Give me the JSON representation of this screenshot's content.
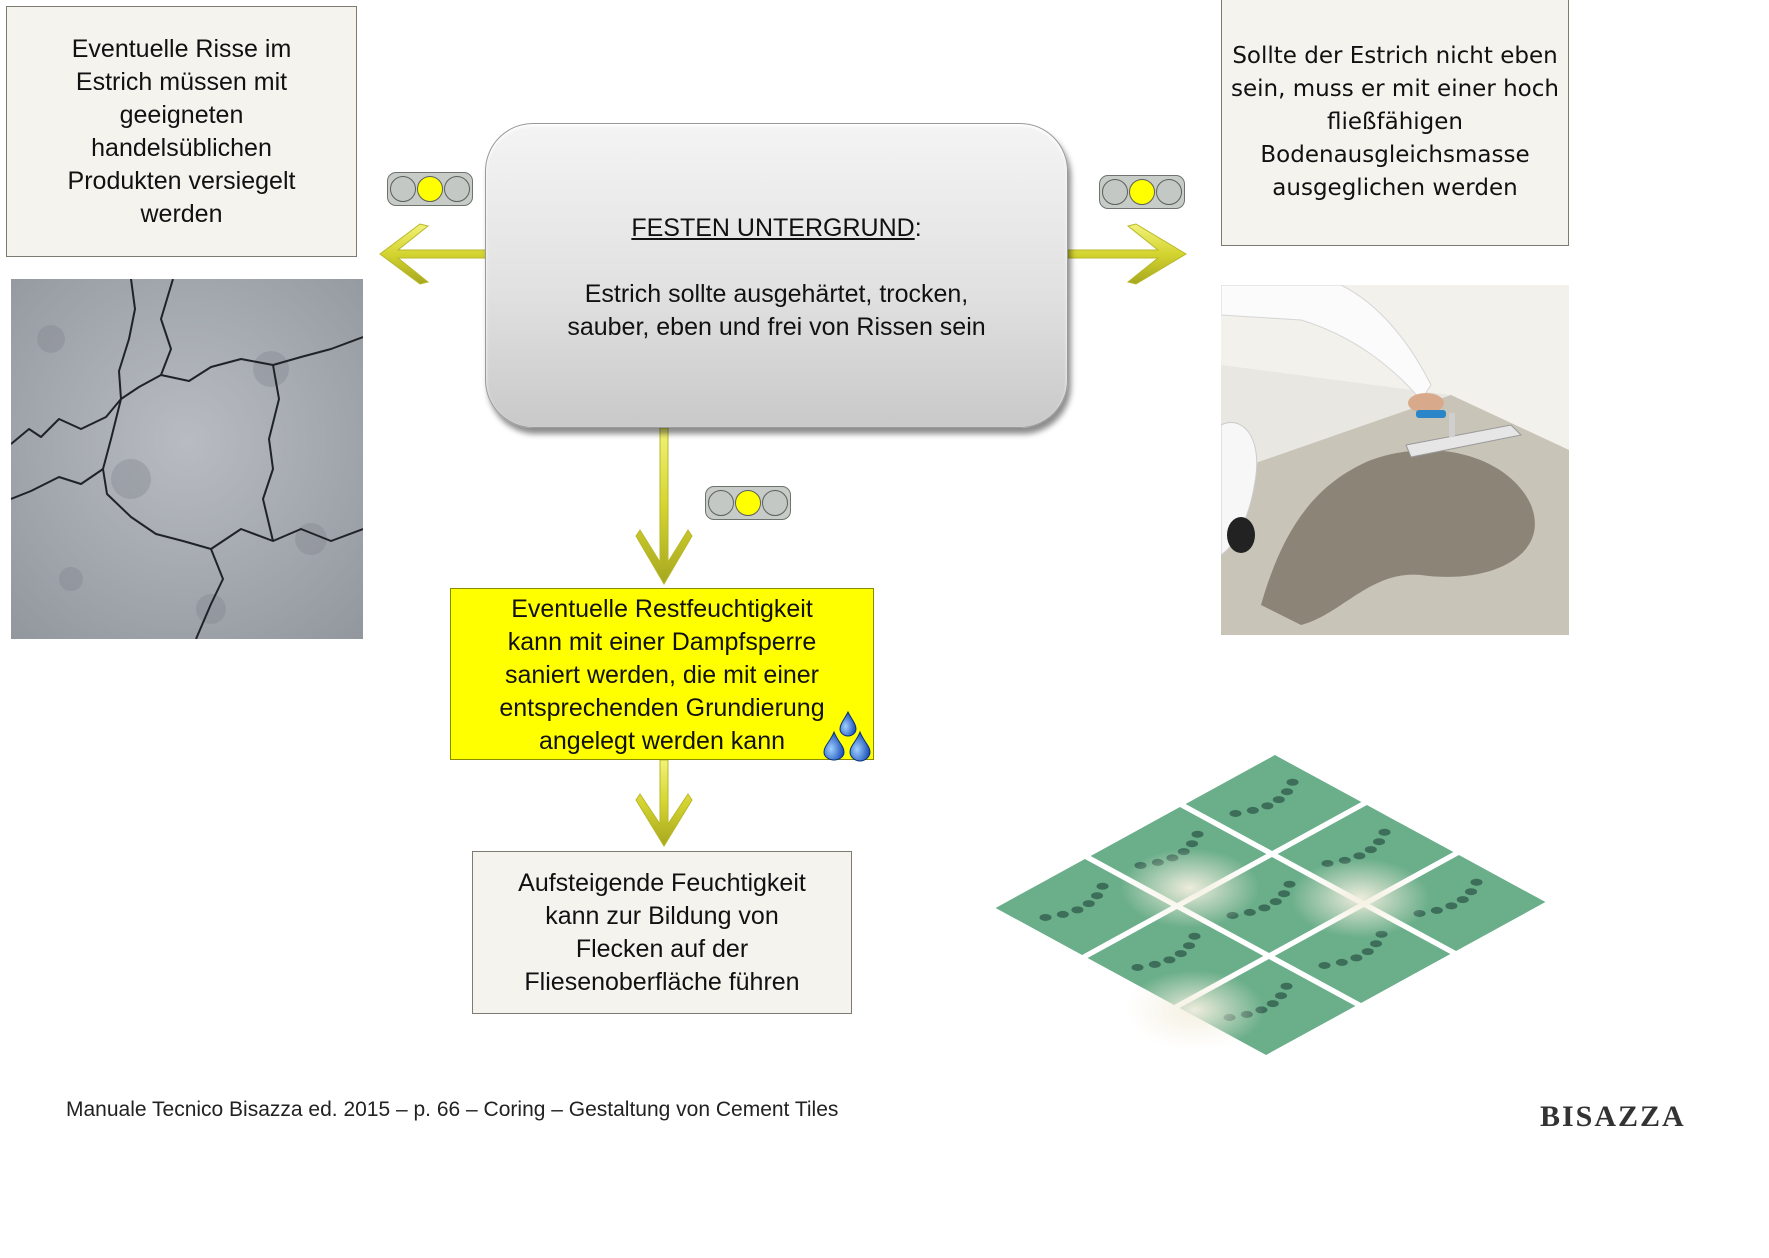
{
  "notes": {
    "top_left": "Eventuelle Risse im\nEstrich müssen mit\ngeeigneten\nhandelsüblichen\nProdukten versiegelt\nwerden",
    "top_right": "Sollte der Estrich nicht eben\nsein, muss er mit einer hoch\nfließfähigen\nBodenausgleichsmasse\nausgeglichen werden",
    "bottom": "Aufsteigende Feuchtigkeit\nkann zur Bildung von\nFlecken auf der\nFliesenoberfläche führen"
  },
  "center": {
    "title": "FESTEN UNTERGRUND",
    "title_suffix": ":",
    "body": "Estrich sollte ausgehärtet, trocken,\nsauber, eben und frei von Rissen sein"
  },
  "moisture": {
    "text": "Eventuelle Restfeuchtigkeit\nkann mit einer Dampfsperre\nsaniert werden, die mit einer\nentsprechenden Grundierung\nangelegt werden kann",
    "icon": "water-drops-icon"
  },
  "traffic_lights": {
    "state": "yellow",
    "colors": {
      "on": "#ffff00",
      "off": "#c4c8c4"
    }
  },
  "colors": {
    "arrow": "#d9d940",
    "moisture_box": "#ffff00",
    "note_bg": "#f5f3ee",
    "tile": "#6aae8a"
  },
  "footer": "Manuale Tecnico Bisazza ed. 2015 – p. 66 – Coring – Gestaltung von Cement Tiles",
  "brand": "BISAZZA"
}
